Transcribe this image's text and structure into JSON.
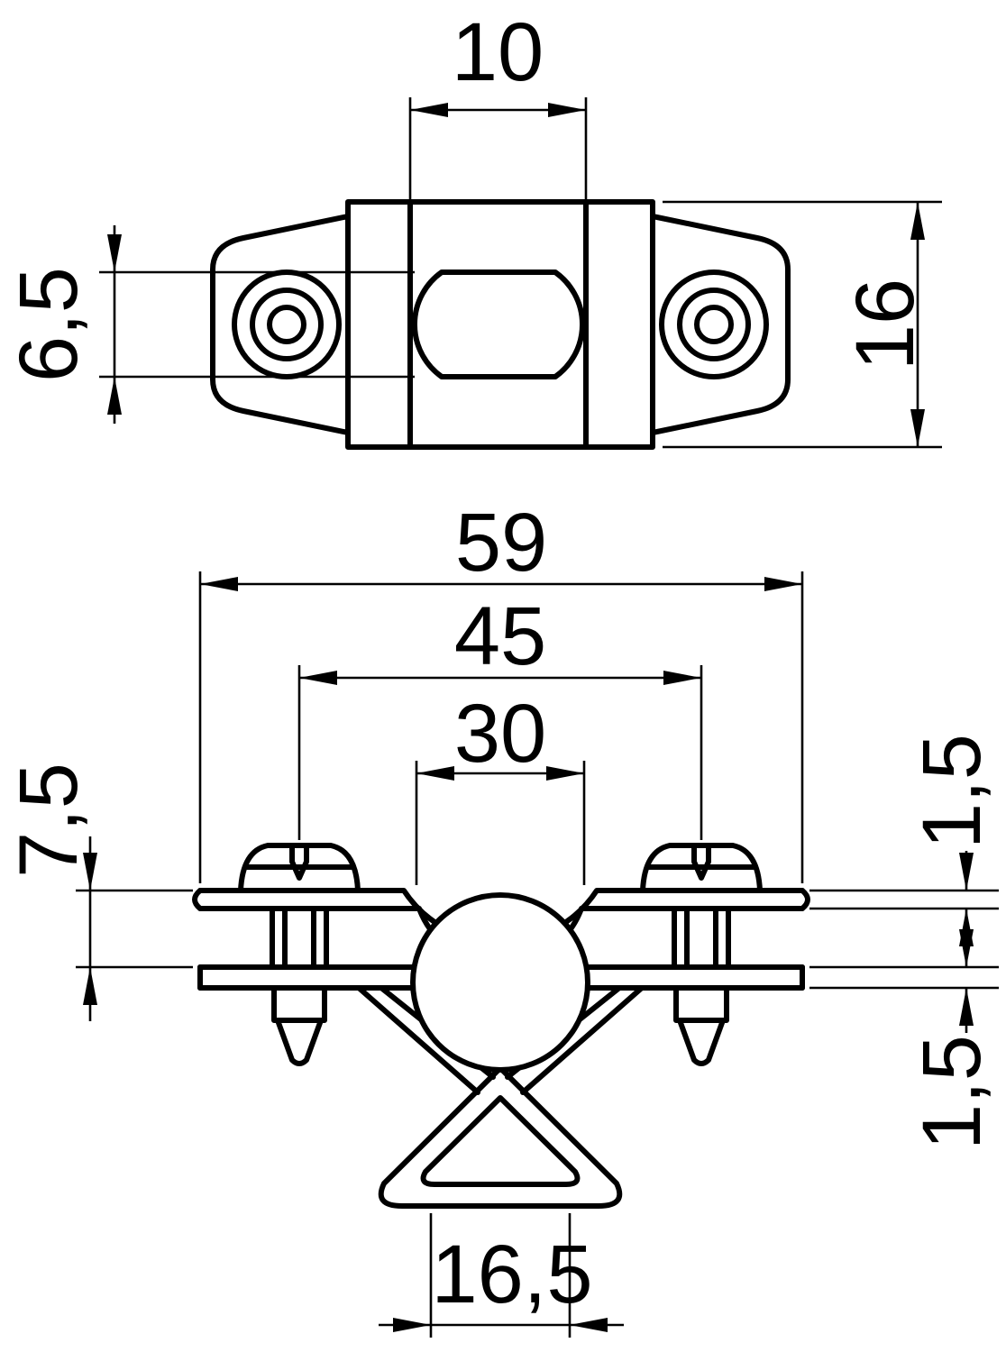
{
  "drawing": {
    "background_color": "#ffffff",
    "line_color": "#000000",
    "top_view": {
      "slot_length": "10",
      "slot_width": "6,5",
      "body_height": "16"
    },
    "front_view": {
      "overall_width": "59",
      "screw_spacing": "45",
      "saddle_width": "30",
      "strap_gap": "7,5",
      "strap_thickness": "1,5",
      "bracket_thickness": "1,5",
      "loop_opening": "16,5"
    }
  }
}
